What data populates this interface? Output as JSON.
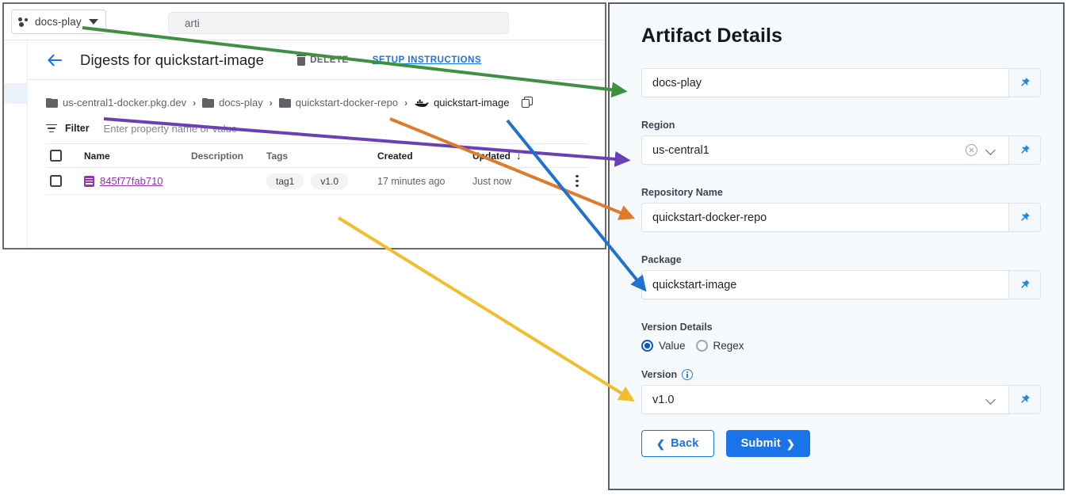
{
  "console": {
    "project_picker": {
      "label": "docs-play",
      "icon": "project-dots-icon"
    },
    "search": {
      "value": "arti"
    },
    "page_title": "Digests for quickstart-image",
    "actions": {
      "delete": "DELETE",
      "setup": "SETUP INSTRUCTIONS"
    },
    "breadcrumbs": [
      {
        "label": "us-central1-docker.pkg.dev",
        "icon": "folder-icon"
      },
      {
        "label": "docs-play",
        "icon": "folder-icon"
      },
      {
        "label": "quickstart-docker-repo",
        "icon": "folder-icon"
      },
      {
        "label": "quickstart-image",
        "icon": "docker-whale-icon"
      }
    ],
    "breadcrumb_copy_icon": "copy-icon",
    "filter": {
      "label": "Filter",
      "placeholder": "Enter property name or value",
      "icon": "filter-icon"
    },
    "table": {
      "columns": [
        "Name",
        "Description",
        "Tags",
        "Created",
        "Updated"
      ],
      "sort_column": "Updated",
      "sort_direction_icon": "arrow-down-icon",
      "rows": [
        {
          "name": "845f77fab710",
          "description": "",
          "tags": [
            "tag1",
            "v1.0"
          ],
          "created": "17 minutes ago",
          "updated": "Just now"
        }
      ]
    }
  },
  "form": {
    "title": "Artifact Details",
    "fields": [
      {
        "label": "",
        "value": "docs-play",
        "name": "project"
      },
      {
        "label": "Region",
        "value": "us-central1",
        "name": "region"
      },
      {
        "label": "Repository Name",
        "value": "quickstart-docker-repo",
        "name": "repository-name"
      },
      {
        "label": "Package",
        "value": "quickstart-image",
        "name": "package"
      }
    ],
    "version_details": {
      "label": "Version Details",
      "options": [
        "Value",
        "Regex"
      ],
      "selected": "Value"
    },
    "version": {
      "label": "Version",
      "value": "v1.0",
      "info_icon": "info-icon"
    },
    "buttons": {
      "back": "Back",
      "submit": "Submit"
    },
    "pin_icon": "pin-icon"
  },
  "annotations": {
    "arrows": [
      {
        "color": "#3f9142",
        "from_label": "docs-play",
        "to_label": "project field"
      },
      {
        "color": "#6b3fb5",
        "from_label": "us-central1-docker.pkg.dev",
        "to_label": "Region field"
      },
      {
        "color": "#e07b2a",
        "from_label": "quickstart-docker-repo",
        "to_label": "Repository Name field"
      },
      {
        "color": "#1f72d0",
        "from_label": "quickstart-image",
        "to_label": "Package field"
      },
      {
        "color": "#f2be30",
        "from_label": "v1.0",
        "to_label": "Version field"
      }
    ]
  }
}
